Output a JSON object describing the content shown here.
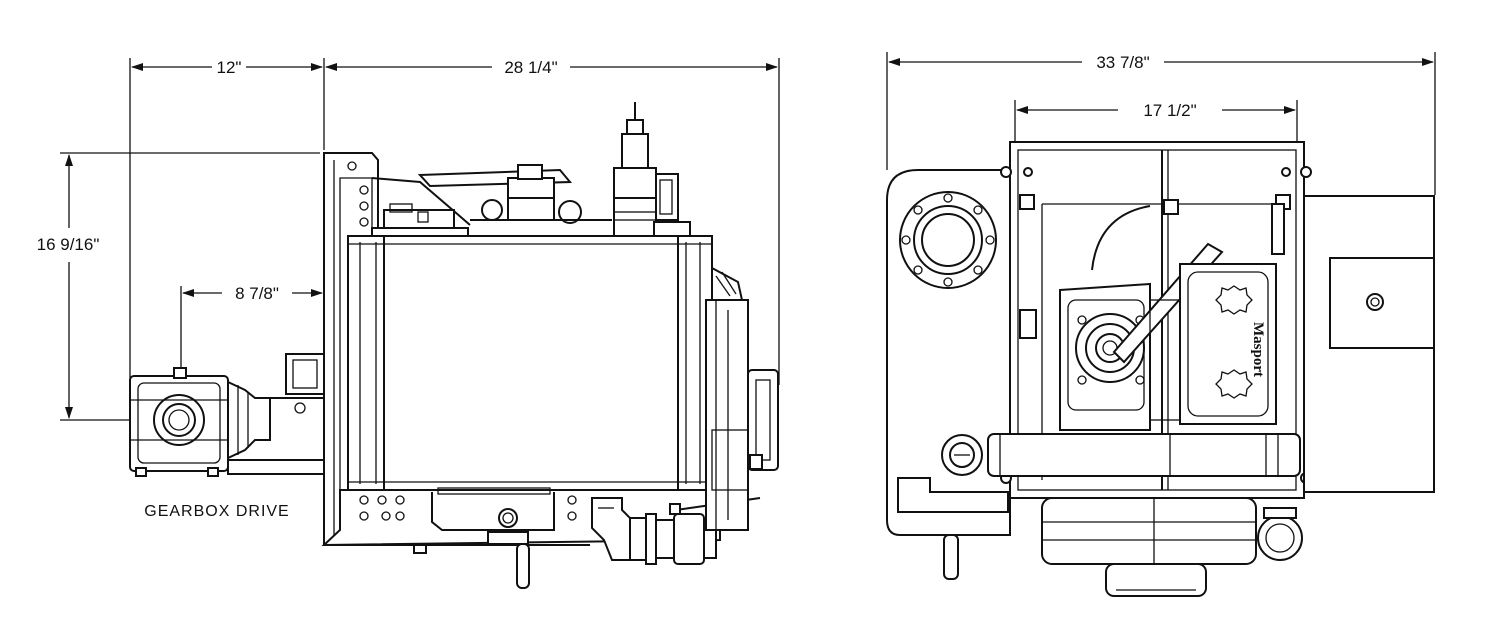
{
  "side_view": {
    "dim_gearbox_width": "12\"",
    "dim_overall_length": "28 1/4\"",
    "dim_height": "16 9/16\"",
    "dim_shaft_offset": "8 7/8\"",
    "gearbox_label": "GEARBOX DRIVE"
  },
  "end_view": {
    "dim_overall_width": "33 7/8\"",
    "dim_frame_width": "17 1/2\"",
    "brand_mark": "Masport"
  }
}
